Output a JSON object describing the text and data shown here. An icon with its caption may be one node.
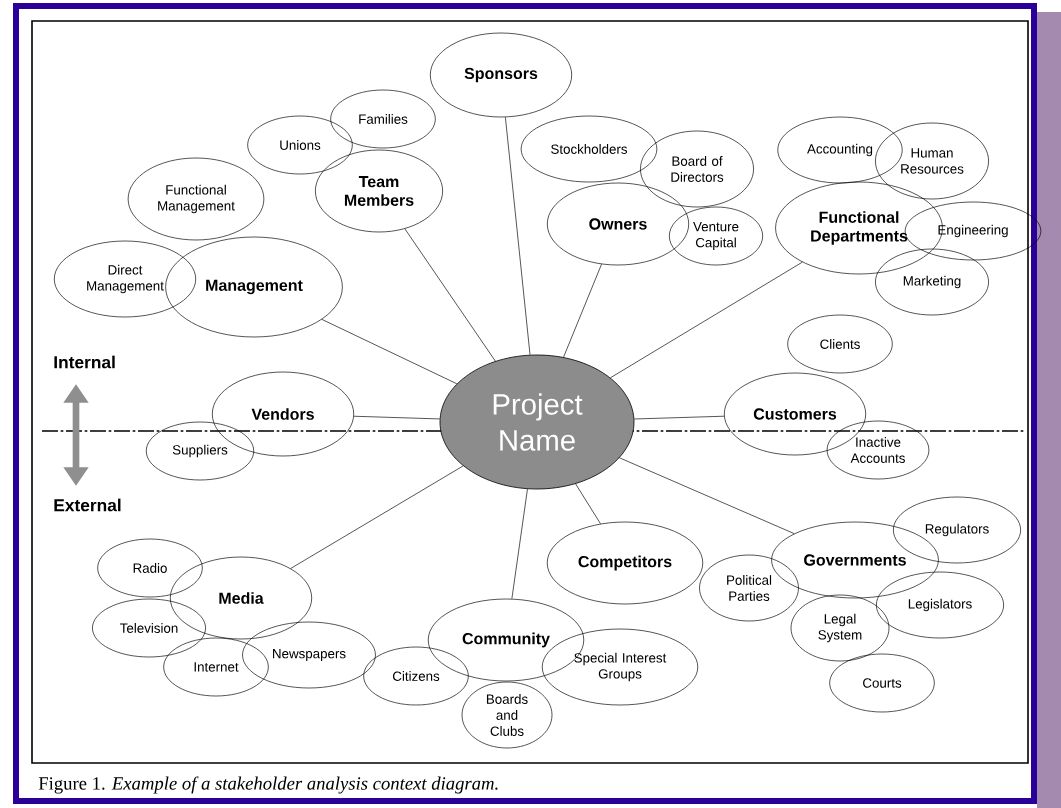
{
  "diagram": {
    "caption": "Figure 1. *Example of a stakeholder analysis context diagram.*",
    "nodes": [
      {
        "text": [
          "Sponsors"
        ]
      },
      {
        "text": [
          "Families"
        ]
      },
      {
        "text": [
          "Unions"
        ]
      },
      {
        "text": [
          "Stockholders"
        ]
      },
      {
        "text": [
          "Accounting"
        ]
      },
      {
        "text": [
          "Human Resources"
        ]
      },
      {
        "text": [
          "Board of Directors"
        ]
      },
      {
        "text": [
          "Team Members"
        ]
      },
      {
        "text": [
          "Functional Management"
        ]
      },
      {
        "text": [
          "Owners"
        ]
      },
      {
        "text": [
          "Functional Departments"
        ]
      },
      {
        "text": [
          "Engineering"
        ]
      },
      {
        "text": [
          "Venture Capital"
        ]
      },
      {
        "text": [
          "Direct Management"
        ]
      },
      {
        "text": [
          "Management"
        ]
      },
      {
        "text": [
          "Marketing"
        ]
      },
      {
        "text": [
          "Clients"
        ]
      },
      {
        "text": [
          "Project Name"
        ]
      },
      {
        "text": [
          "Vendors"
        ]
      },
      {
        "text": [
          "Customers"
        ]
      },
      {
        "text": [
          "Suppliers"
        ]
      },
      {
        "text": [
          "Inactive Accounts"
        ]
      },
      {
        "text": [
          "Regulators"
        ]
      },
      {
        "text": [
          "Governments"
        ]
      },
      {
        "text": [
          "Competitors"
        ]
      },
      {
        "text": [
          "Radio"
        ]
      },
      {
        "text": [
          "Political Parties"
        ]
      },
      {
        "text": [
          "Media"
        ]
      },
      {
        "text": [
          "Legislators"
        ]
      },
      {
        "text": [
          "Television"
        ]
      },
      {
        "text": [
          "Legal System"
        ]
      },
      {
        "text": [
          "Community"
        ]
      },
      {
        "text": [
          "Newspapers"
        ]
      },
      {
        "text": [
          "Special Interest Groups"
        ]
      },
      {
        "text": [
          "Internet"
        ]
      },
      {
        "text": [
          "Citizens"
        ]
      },
      {
        "text": [
          "Courts"
        ]
      },
      {
        "text": [
          "Boards and Clubs"
        ]
      }
    ],
    "edges": [
      {
        "from": 17,
        "to": 0,
        "arrow": "none"
      },
      {
        "from": 17,
        "to": 7,
        "arrow": "none"
      },
      {
        "from": 17,
        "to": 9,
        "arrow": "none"
      },
      {
        "from": 17,
        "to": 14,
        "arrow": "none"
      },
      {
        "from": 17,
        "to": 10,
        "arrow": "none"
      },
      {
        "from": 17,
        "to": 18,
        "arrow": "none"
      },
      {
        "from": 17,
        "to": 19,
        "arrow": "none"
      },
      {
        "from": 17,
        "to": 23,
        "arrow": "none"
      },
      {
        "from": 17,
        "to": 24,
        "arrow": "none"
      },
      {
        "from": 17,
        "to": 27,
        "arrow": "none"
      },
      {
        "from": 17,
        "to": 31,
        "arrow": "none"
      }
    ],
    "labels": [
      "Internal",
      "External"
    ]
  }
}
